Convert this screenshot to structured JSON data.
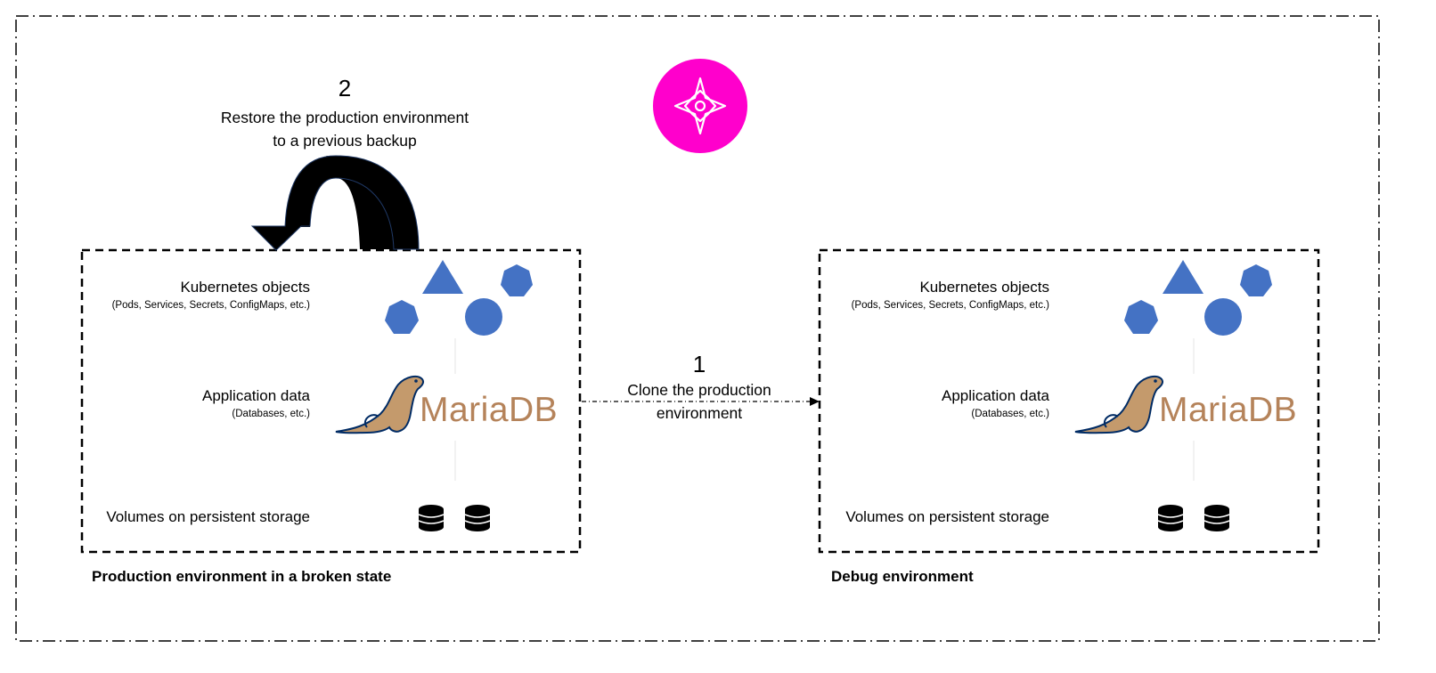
{
  "step2": {
    "number": "2",
    "text_line1": "Restore the production environment",
    "text_line2": "to a previous backup"
  },
  "step1": {
    "number": "1",
    "text_line1": "Clone the production",
    "text_line2": "environment"
  },
  "production_env": {
    "title": "Production environment in a broken state",
    "k8s_label": "Kubernetes objects",
    "k8s_sublabel": "(Pods, Services, Secrets, ConfigMaps, etc.)",
    "app_label": "Application data",
    "app_sublabel": "(Databases, etc.)",
    "volumes_label": "Volumes on persistent storage",
    "db_logo_text": "MariaDB"
  },
  "debug_env": {
    "title": "Debug environment",
    "k8s_label": "Kubernetes objects",
    "k8s_sublabel": "(Pods, Services, Secrets, ConfigMaps, etc.)",
    "app_label": "Application data",
    "app_sublabel": "(Databases, etc.)",
    "volumes_label": "Volumes on persistent storage",
    "db_logo_text": "MariaDB"
  },
  "colors": {
    "k8s_shape": "#4472c4",
    "brand_circle": "#ff00cc",
    "mariadb_text": "#b5835a",
    "mariadb_seal": "#002b64"
  },
  "icons": [
    "compass-star-icon",
    "triangle-icon",
    "heptagon-icon",
    "circle-icon",
    "mariadb-seal-icon",
    "database-icon",
    "curved-arrow-icon"
  ]
}
